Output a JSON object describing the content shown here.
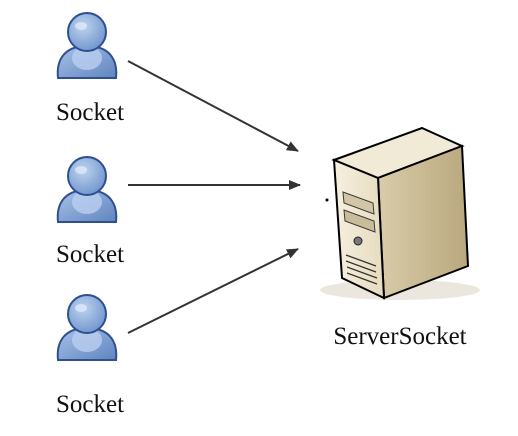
{
  "clients": [
    {
      "label": "Socket",
      "icon": "user-icon"
    },
    {
      "label": "Socket",
      "icon": "user-icon"
    },
    {
      "label": "Socket",
      "icon": "user-icon"
    }
  ],
  "server": {
    "label": "ServerSocket",
    "icon": "server-tower-icon"
  },
  "colors": {
    "person_fill": "#8FB0DE",
    "person_stroke": "#2F4F8F",
    "arrow": "#333333",
    "server_body": "#EFE7D2",
    "server_side": "#CDBF99",
    "server_outline": "#000000"
  }
}
